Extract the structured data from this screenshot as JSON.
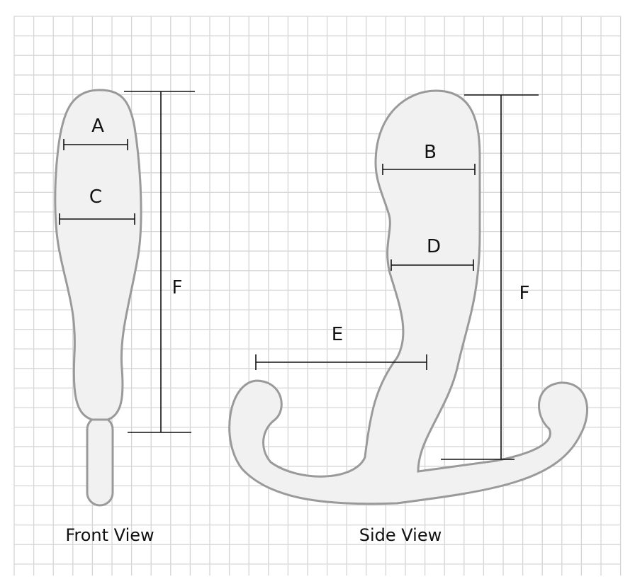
{
  "colors": {
    "grid": "#d6d6d6",
    "outline": "#9a9a9a",
    "fill": "#f1f1f1",
    "dimension_line": "#111111"
  },
  "front_view": {
    "caption": "Front View",
    "labels": {
      "a": "A",
      "c": "C",
      "f": "F"
    }
  },
  "side_view": {
    "caption": "Side View",
    "labels": {
      "b": "B",
      "d": "D",
      "e": "E",
      "f": "F"
    }
  }
}
